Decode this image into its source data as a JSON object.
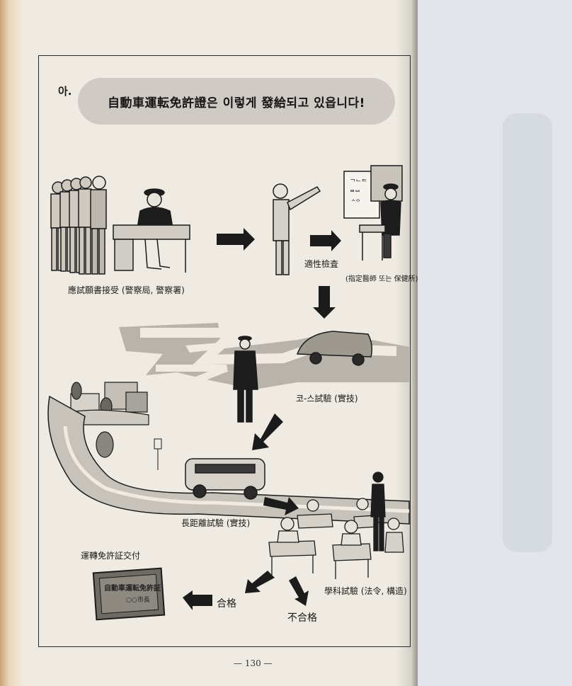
{
  "section_marker": "아.",
  "title": "自動車運転免許證은 이렇게 發給되고 있읍니다!",
  "steps": {
    "application": "應試願書接受 (警察局, 警察署)",
    "aptitude": "適性檢査",
    "aptitude_sub": "(指定醫師 또는 保健所)",
    "course": "코-스試驗 (實技)",
    "road": "長距離試驗 (實技)",
    "written": "學科試驗 (法令, 構造)",
    "issue": "運轉免許証交付",
    "pass": "合格",
    "fail": "不合格"
  },
  "license_card": {
    "text": "自動車運転免許証",
    "sub": "○○市長"
  },
  "page_number": "— 130 —"
}
